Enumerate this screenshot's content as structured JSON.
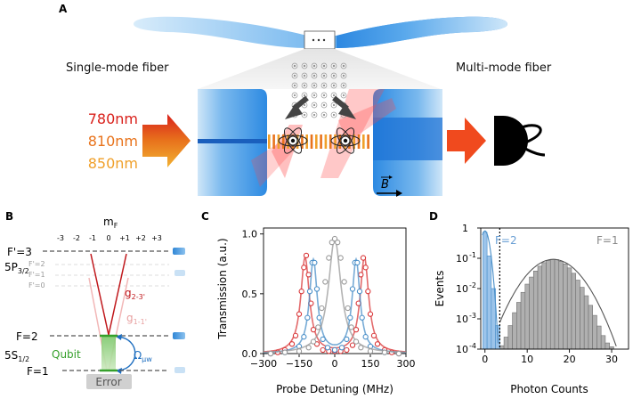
{
  "panels": {
    "a": "A",
    "b": "B",
    "c": "C",
    "d": "D"
  },
  "panel_a": {
    "left_fiber": "Single-mode fiber",
    "right_fiber": "Multi-mode fiber",
    "wavelengths": [
      "780nm",
      "810nm",
      "850nm"
    ],
    "wavelength_colors": [
      "#d9201b",
      "#e8731c",
      "#f0a02a"
    ],
    "field_label": "B"
  },
  "panel_b": {
    "mf_label": "m",
    "mf_sub": "F",
    "mf_values": [
      "-3",
      "-2",
      "-1",
      "0",
      "+1",
      "+2",
      "+3"
    ],
    "fp3": "F'=3",
    "p32_main": "5P",
    "p32_sub": "3/2",
    "fp2": "F'=2",
    "fp1": "F'=1",
    "fp0": "F'=0",
    "g23_main": "g",
    "g23_sub": "2-3'",
    "g11_main": "g",
    "g11_sub": "1-1'",
    "f2": "F=2",
    "s12_main": "5S",
    "s12_sub": "1/2",
    "f1": "F=1",
    "qubit": "Qubit",
    "omega_main": "Ω",
    "omega_sub": "μw",
    "error": "Error"
  },
  "chart_data": [
    {
      "type": "line",
      "panel": "C",
      "ylabel": "Transmission (a.u.)",
      "xlabel": "Probe Detuning (MHz)",
      "xlim": [
        -300,
        300
      ],
      "ylim": [
        0,
        1.05
      ],
      "xticks": [
        -300,
        -150,
        0,
        150,
        300
      ],
      "yticks": [
        0.0,
        0.5,
        1.0
      ],
      "xtick_labels": [
        "−300",
        "−150",
        "0",
        "150",
        "300"
      ],
      "ytick_labels": [
        "0.0",
        "0.5",
        "1.0"
      ],
      "series": [
        {
          "color": "#d9383a",
          "peaks": [
            {
              "c": -125,
              "a": 0.8,
              "w": 22
            },
            {
              "c": 125,
              "a": 0.8,
              "w": 22
            }
          ],
          "x": [
            -270,
            -240,
            -210,
            -180,
            -165,
            -150,
            -140,
            -130,
            -120,
            -110,
            -100,
            -90,
            -75,
            -50,
            -25,
            0,
            25,
            50,
            75,
            90,
            100,
            110,
            120,
            130,
            140,
            150,
            165,
            180,
            210,
            240,
            270
          ],
          "y": [
            0.0,
            0.01,
            0.03,
            0.08,
            0.15,
            0.33,
            0.52,
            0.72,
            0.82,
            0.66,
            0.42,
            0.2,
            0.08,
            0.03,
            0.02,
            0.02,
            0.02,
            0.03,
            0.07,
            0.2,
            0.42,
            0.66,
            0.8,
            0.72,
            0.52,
            0.33,
            0.15,
            0.08,
            0.03,
            0.01,
            0.0
          ]
        },
        {
          "color": "#4a8fc8",
          "peaks": [
            {
              "c": -90,
              "a": 0.78,
              "w": 20
            },
            {
              "c": 90,
              "a": 0.78,
              "w": 20
            }
          ],
          "x": [
            -270,
            -210,
            -150,
            -130,
            -115,
            -105,
            -95,
            -85,
            -75,
            -65,
            -50,
            -30,
            0,
            30,
            50,
            65,
            75,
            85,
            95,
            105,
            115,
            130,
            150,
            210,
            270
          ],
          "y": [
            0.0,
            0.01,
            0.06,
            0.14,
            0.3,
            0.52,
            0.76,
            0.76,
            0.54,
            0.3,
            0.12,
            0.05,
            0.03,
            0.05,
            0.12,
            0.3,
            0.54,
            0.76,
            0.76,
            0.52,
            0.3,
            0.14,
            0.06,
            0.01,
            0.0
          ]
        },
        {
          "color": "#9a9a9a",
          "peaks": [
            {
              "c": 0,
              "a": 0.96,
              "w": 32
            }
          ],
          "x": [
            -270,
            -210,
            -150,
            -110,
            -90,
            -70,
            -55,
            -40,
            -25,
            -12,
            0,
            12,
            25,
            40,
            55,
            70,
            90,
            110,
            150,
            210,
            270
          ],
          "y": [
            0.0,
            0.01,
            0.02,
            0.05,
            0.1,
            0.22,
            0.38,
            0.6,
            0.8,
            0.93,
            0.96,
            0.93,
            0.8,
            0.6,
            0.38,
            0.22,
            0.1,
            0.05,
            0.02,
            0.01,
            0.0
          ]
        }
      ]
    },
    {
      "type": "bar",
      "panel": "D",
      "ylabel": "Events",
      "xlabel": "Photon Counts",
      "log_y": true,
      "ylim": [
        0.0001,
        1
      ],
      "xlim": [
        -1,
        34
      ],
      "xticks": [
        0,
        10,
        20,
        30
      ],
      "xtick_labels": [
        "0",
        "10",
        "20",
        "30"
      ],
      "ytick_labels": [
        "10",
        "10",
        "10",
        "10",
        "1"
      ],
      "ytick_exps": [
        "-4",
        "-3",
        "-2",
        "-1",
        "0"
      ],
      "threshold_x": 3.5,
      "series": [
        {
          "name": "F=2",
          "color": "#6a9fd4",
          "x": [
            0,
            1,
            2,
            3
          ],
          "values": [
            0.72,
            0.12,
            0.01,
            0.0006
          ]
        },
        {
          "name": "F=1",
          "color": "#9a9a9a",
          "x": [
            4,
            5,
            6,
            7,
            8,
            9,
            10,
            11,
            12,
            13,
            14,
            15,
            16,
            17,
            18,
            19,
            20,
            21,
            22,
            23,
            24,
            25,
            26,
            27,
            28,
            29,
            30,
            31,
            32
          ],
          "values": [
            0.00013,
            0.00025,
            0.0006,
            0.0016,
            0.0035,
            0.0075,
            0.014,
            0.024,
            0.038,
            0.055,
            0.072,
            0.085,
            0.092,
            0.09,
            0.08,
            0.065,
            0.048,
            0.032,
            0.019,
            0.011,
            0.0058,
            0.0028,
            0.0013,
            0.00058,
            0.00028,
            0.00016,
            0.00012,
            0.0001,
            0.0001
          ]
        }
      ]
    }
  ]
}
